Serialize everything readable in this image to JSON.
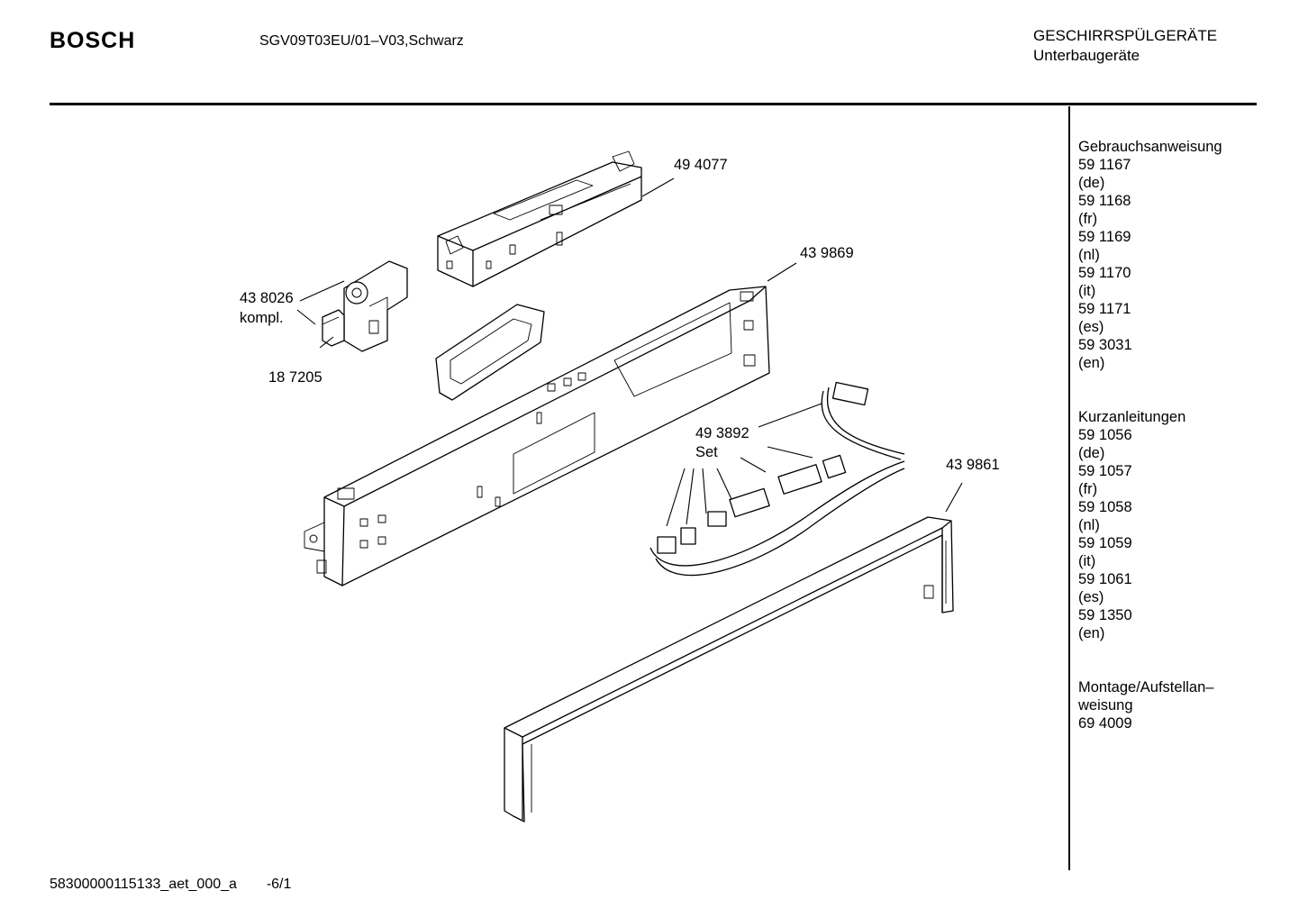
{
  "header": {
    "brand": "BOSCH",
    "model": "SGV09T03EU/01–V03,Schwarz",
    "category_line1": "GESCHIRRSPÜLGERÄTE",
    "category_line2": "Unterbaugeräte"
  },
  "footer": {
    "doc_id": "58300000115133_aet_000_a",
    "page": "-6/1"
  },
  "parts": {
    "control_module": "49 4077",
    "control_panel": "43 9869",
    "switch": "43 8026",
    "switch_suffix": "kompl.",
    "switch_part": "18 7205",
    "cable_set": "49 3892",
    "cable_set_suffix": "Set",
    "trim_strip": "43 9861"
  },
  "documents": {
    "operating_instructions": {
      "title": "Gebrauchsanweisung",
      "items": [
        {
          "number": "59 1167",
          "lang": "(de)"
        },
        {
          "number": "59 1168",
          "lang": "(fr)"
        },
        {
          "number": "59 1169",
          "lang": "(nl)"
        },
        {
          "number": "59 1170",
          "lang": "(it)"
        },
        {
          "number": "59 1171",
          "lang": "(es)"
        },
        {
          "number": "59 3031",
          "lang": "(en)"
        }
      ]
    },
    "quick_guides": {
      "title": "Kurzanleitungen",
      "items": [
        {
          "number": "59 1056",
          "lang": "(de)"
        },
        {
          "number": "59 1057",
          "lang": "(fr)"
        },
        {
          "number": "59 1058",
          "lang": "(nl)"
        },
        {
          "number": "59 1059",
          "lang": "(it)"
        },
        {
          "number": "59 1061",
          "lang": "(es)"
        },
        {
          "number": "59 1350",
          "lang": "(en)"
        }
      ]
    },
    "installation": {
      "title_line1": "Montage/Aufstellan–",
      "title_line2": "weisung",
      "number": "69 4009"
    }
  }
}
